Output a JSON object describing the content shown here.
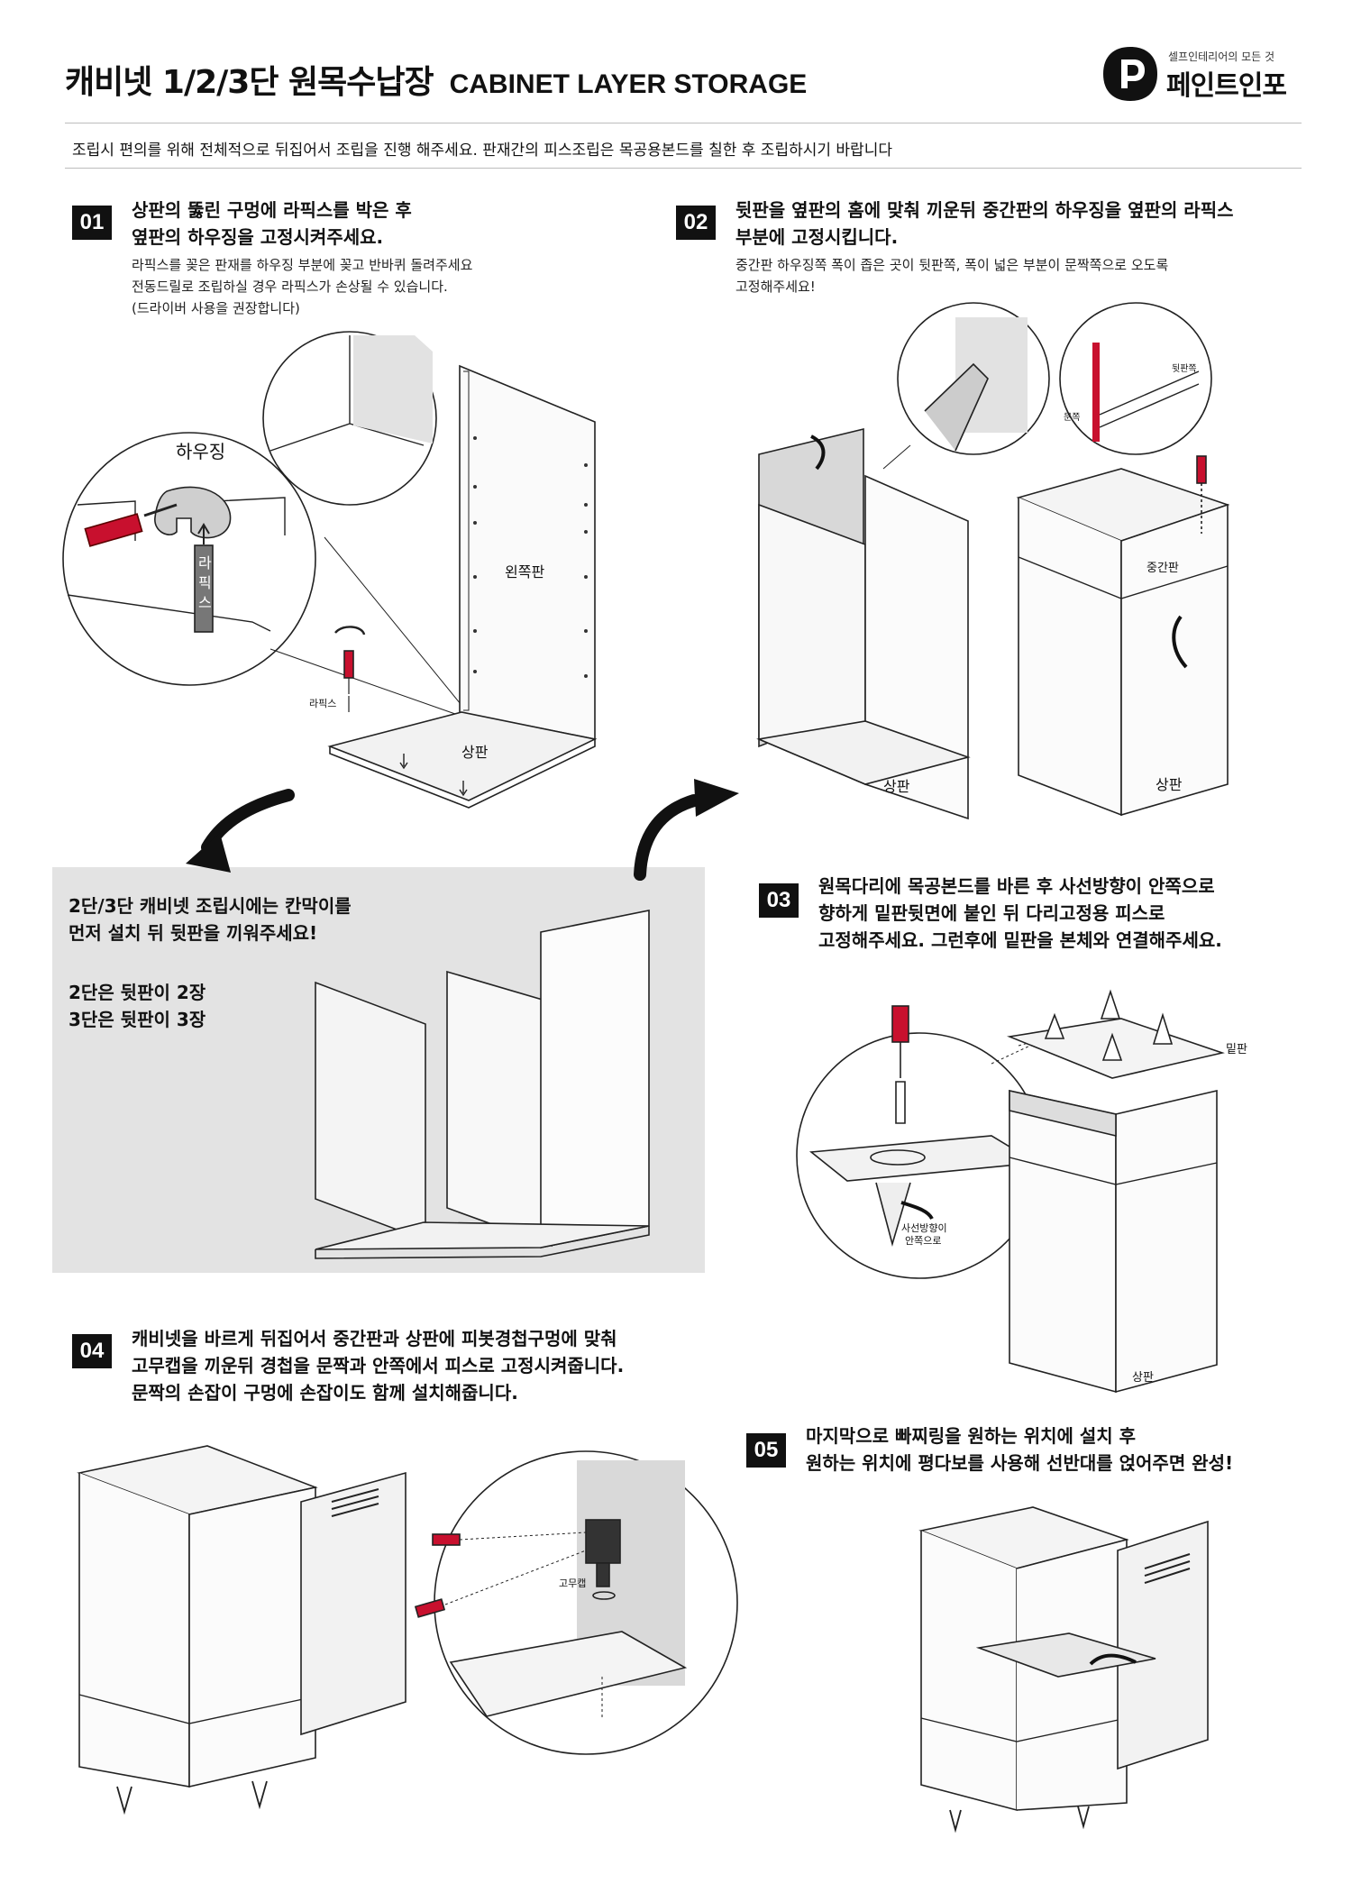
{
  "header": {
    "title_ko": "캐비넷 1/2/3단 원목수납장",
    "title_en": "CABINET LAYER STORAGE",
    "brand_tagline": "셀프인테리어의 모든 것",
    "brand_name": "페인트인포",
    "brand_icon": "p-logo-icon"
  },
  "intro": "조립시 편의를 위해 전체적으로 뒤집어서 조립을 진행 해주세요. 판재간의 피스조립은 목공용본드를 칠한 후 조립하시기 바랍니다",
  "steps": [
    {
      "num": "01",
      "title": [
        "상판의 뚫린 구멍에 라픽스를 박은 후",
        "옆판의 하우징을 고정시켜주세요."
      ],
      "notes": [
        "라픽스를 꽂은 판재를 하우징 부분에 꽂고 반바퀴 돌려주세요",
        "전동드릴로 조립하실 경우 라픽스가 손상될 수 있습니다.",
        "(드라이버 사용을 권장합니다)"
      ],
      "labels": {
        "housing": "하우징",
        "rafix_v": [
          "라",
          "픽",
          "스"
        ],
        "left_panel": "왼쪽판",
        "rafix": "라픽스",
        "top_panel": "상판"
      }
    },
    {
      "num": "02",
      "title": [
        "뒷판을 옆판의 홈에 맞춰 끼운뒤 중간판의 하우징을 옆판의 라픽스",
        "부분에 고정시킵니다."
      ],
      "notes": [
        "중간판 하우징쪽 폭이 좁은 곳이 뒷판쪽, 폭이 넓은 부분이 문짝쪽으로 오도록",
        "고정해주세요!"
      ],
      "labels": {
        "back_side": "뒷판쪽",
        "door_side": "문쪽",
        "mid_panel": "중간판",
        "top_a": "상판",
        "top_b": "상판"
      }
    },
    {
      "num": "03",
      "title": [
        "원목다리에 목공본드를 바른 후 사선방향이 안쪽으로",
        "향하게 밑판뒷면에 붙인 뒤 다리고정용 피스로",
        "고정해주세요. 그런후에 밑판을 본체와 연결해주세요."
      ],
      "labels": {
        "bottom_panel": "밑판",
        "diagonal": [
          "사선방향이",
          "안쪽으로"
        ],
        "top_panel": "상판"
      }
    },
    {
      "num": "04",
      "title": [
        "캐비넷을 바르게 뒤집어서 중간판과 상판에 피봇경첩구멍에 맞춰",
        "고무캡을 끼운뒤 경첩을 문짝과 안쪽에서 피스로 고정시켜줍니다.",
        "문짝의 손잡이 구멍에 손잡이도 함께 설치해줍니다."
      ],
      "labels": {
        "rubber_cap": "고무캡"
      }
    },
    {
      "num": "05",
      "title": [
        "마지막으로 빠찌링을 원하는 위치에 설치 후",
        "원하는 위치에 평다보를 사용해 선반대를 얹어주면 완성!"
      ]
    }
  ],
  "notice": {
    "lines": [
      "2단/3단 캐비넷 조립시에는 칸막이를",
      "먼저 설치 뒤 뒷판을 끼워주세요!"
    ],
    "counts": [
      "2단은 뒷판이 2장",
      "3단은 뒷판이 3장"
    ]
  },
  "colors": {
    "accent_red": "#c8102e",
    "gray_box": "#e3e3e3",
    "panel_fill": "#f2f2f2",
    "ink": "#111111"
  }
}
